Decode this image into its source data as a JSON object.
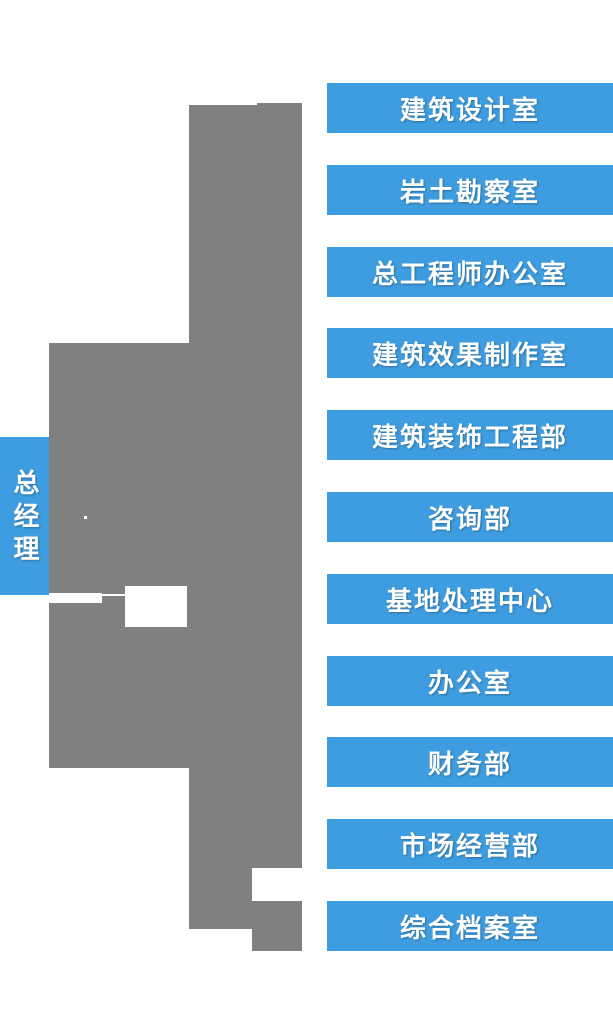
{
  "diagram": {
    "type": "org-chart",
    "root": {
      "label": "总经理"
    },
    "departments": [
      {
        "label": "建筑设计室"
      },
      {
        "label": "岩土勘察室"
      },
      {
        "label": "总工程师办公室"
      },
      {
        "label": "建筑效果制作室"
      },
      {
        "label": "建筑装饰工程部"
      },
      {
        "label": "咨询部"
      },
      {
        "label": "基地处理中心"
      },
      {
        "label": "办公室"
      },
      {
        "label": "财务部"
      },
      {
        "label": "市场经营部"
      },
      {
        "label": "综合档案室"
      }
    ]
  },
  "colors": {
    "node_blue": "#3E9DE0",
    "connector_gray": "#808080",
    "label_text": "#FFFFFF",
    "background": "#FFFFFF"
  }
}
